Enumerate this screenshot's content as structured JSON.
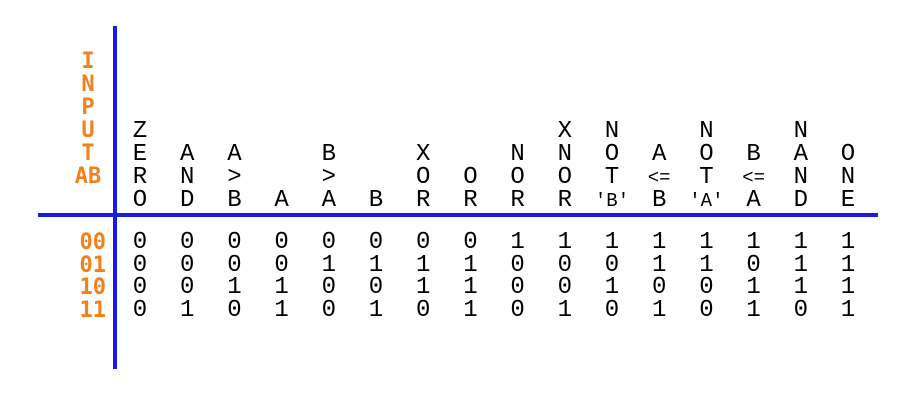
{
  "input_label": [
    "I",
    "N",
    "P",
    "U",
    "T",
    "AB"
  ],
  "row_inputs": [
    "00",
    "01",
    "10",
    "11"
  ],
  "columns": [
    {
      "header": [
        "Z",
        "E",
        "R",
        "O"
      ],
      "outputs": [
        "0",
        "0",
        "0",
        "0"
      ]
    },
    {
      "header": [
        "A",
        "N",
        "D"
      ],
      "outputs": [
        "0",
        "0",
        "0",
        "1"
      ]
    },
    {
      "header": [
        "A",
        ">",
        "B"
      ],
      "outputs": [
        "0",
        "0",
        "1",
        "0"
      ]
    },
    {
      "header": [
        "A"
      ],
      "outputs": [
        "0",
        "0",
        "1",
        "1"
      ]
    },
    {
      "header": [
        "B",
        ">",
        "A"
      ],
      "outputs": [
        "0",
        "1",
        "0",
        "0"
      ]
    },
    {
      "header": [
        "B"
      ],
      "outputs": [
        "0",
        "1",
        "0",
        "1"
      ]
    },
    {
      "header": [
        "X",
        "O",
        "R"
      ],
      "outputs": [
        "0",
        "1",
        "1",
        "0"
      ]
    },
    {
      "header": [
        "O",
        "R"
      ],
      "outputs": [
        "0",
        "1",
        "1",
        "1"
      ]
    },
    {
      "header": [
        "N",
        "O",
        "R"
      ],
      "outputs": [
        "1",
        "0",
        "0",
        "0"
      ]
    },
    {
      "header": [
        "X",
        "N",
        "O",
        "R"
      ],
      "outputs": [
        "1",
        "0",
        "0",
        "1"
      ]
    },
    {
      "header": [
        "N",
        "O",
        "T",
        "'B'"
      ],
      "outputs": [
        "1",
        "0",
        "1",
        "0"
      ]
    },
    {
      "header": [
        "A",
        "<=",
        "B"
      ],
      "outputs": [
        "1",
        "1",
        "0",
        "1"
      ]
    },
    {
      "header": [
        "N",
        "O",
        "T",
        "'A'"
      ],
      "outputs": [
        "1",
        "1",
        "0",
        "0"
      ]
    },
    {
      "header": [
        "B",
        "<=",
        "A"
      ],
      "outputs": [
        "1",
        "0",
        "1",
        "1"
      ]
    },
    {
      "header": [
        "N",
        "A",
        "N",
        "D"
      ],
      "outputs": [
        "1",
        "1",
        "1",
        "0"
      ]
    },
    {
      "header": [
        "O",
        "N",
        "E"
      ],
      "outputs": [
        "1",
        "1",
        "1",
        "1"
      ]
    }
  ],
  "colors": {
    "input_label": "#f0821e",
    "lines": "#1a1ae6",
    "text": "#000000"
  }
}
